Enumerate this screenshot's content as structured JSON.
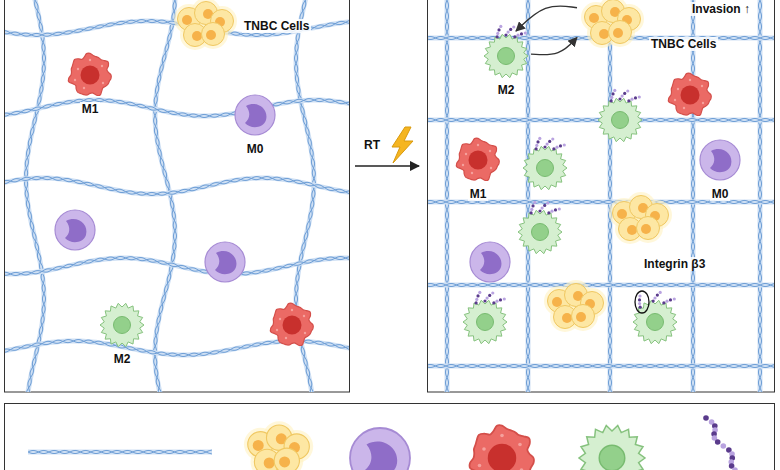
{
  "diagram": {
    "nodes": [
      {
        "text": [
          "TNBC Cells"
        ]
      },
      {
        "text": [
          "M1"
        ]
      },
      {
        "text": [
          "M0"
        ]
      },
      {
        "text": [
          "M2"
        ]
      },
      {
        "text": [
          "M2"
        ]
      },
      {
        "text": [
          "TNBC Cells"
        ]
      },
      {
        "text": [
          "M1"
        ]
      },
      {
        "text": [
          "M0"
        ]
      }
    ],
    "edges": [
      {
        "from": 5,
        "to": 4,
        "arrow": "to"
      },
      {
        "from": 4,
        "to": 5,
        "arrow": "to"
      }
    ],
    "labels": [
      "RT",
      "Invasion ↑",
      "Integrin β3"
    ]
  }
}
